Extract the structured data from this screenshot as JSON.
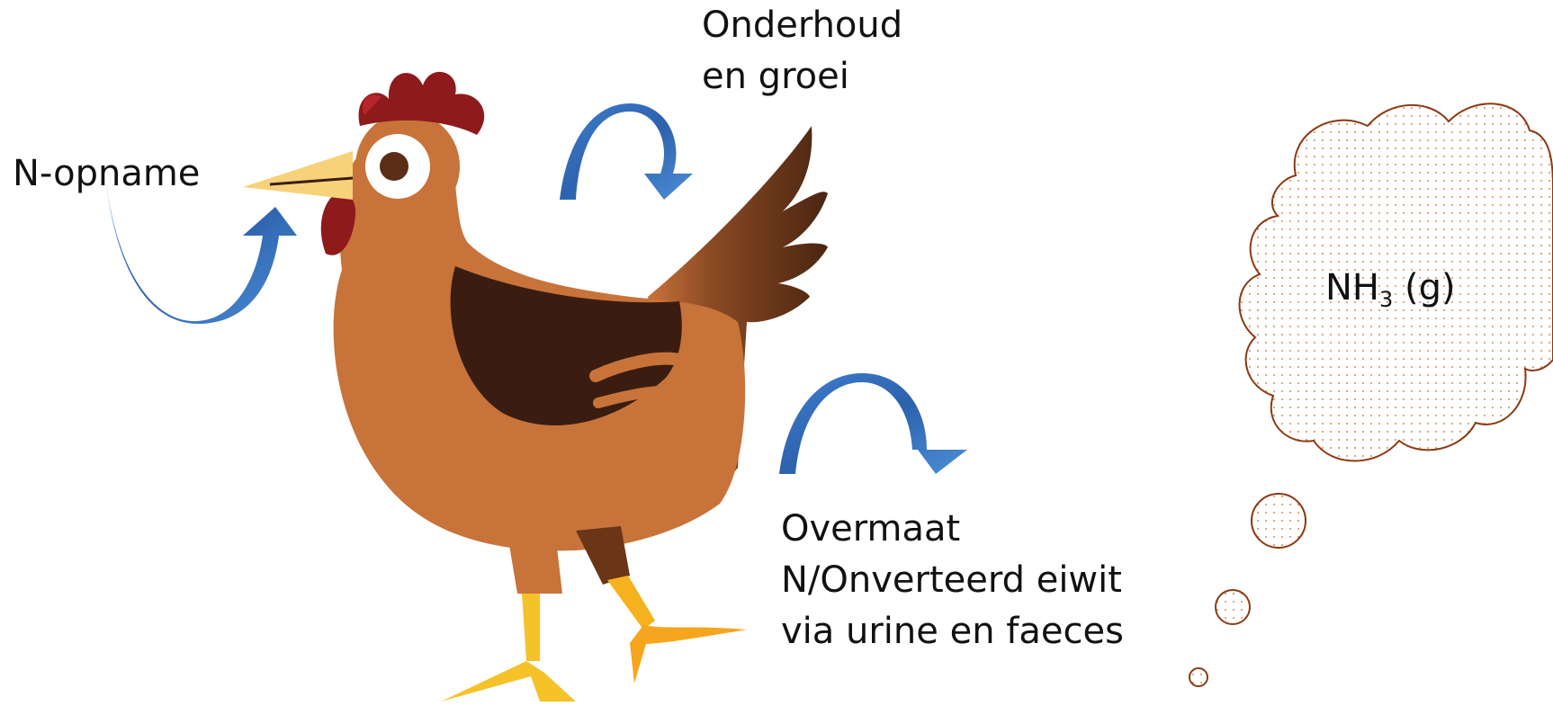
{
  "labels": {
    "intake": "N-opname",
    "maintenance_line1": "Onderhoud",
    "maintenance_line2": "en groei",
    "excess_line1": "Overmaat",
    "excess_line2": "N/Onverteerd eiwit",
    "excess_line3": "via urine en faeces",
    "gas_base": "NH",
    "gas_subscript": "3",
    "gas_suffix": " (g)"
  },
  "colors": {
    "arrow_light": "#4d8fd6",
    "arrow_dark": "#2c5fa8",
    "hen_body": "#c8733a",
    "hen_wing": "#3a1d10",
    "hen_tail": "#5a2e16",
    "comb": "#8e1a1c",
    "beak": "#f7d27a",
    "feet": "#f6b21e",
    "cloud_outline": "#8b3a12",
    "cloud_dots": "#d98a5a"
  },
  "icons": [
    "hen-illustration",
    "curved-arrow-icon",
    "thought-cloud",
    "thought-bubble"
  ]
}
